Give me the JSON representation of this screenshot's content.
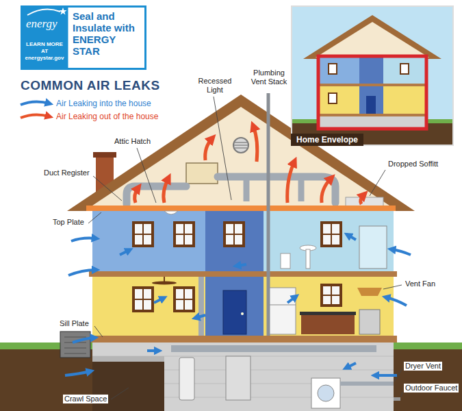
{
  "diagram": {
    "title": "COMMON AIR LEAKS",
    "nodes": [
      {
        "text": [
          "energy",
          "Seal and Insulate with ENERGY STAR",
          "LEARN MORE AT energystar.gov"
        ]
      },
      {
        "text": [
          "Home Envelope"
        ]
      }
    ],
    "labels": [
      "Recessed Light",
      "Plumbing Vent Stack",
      "Attic Hatch",
      "Dropped Soffitt",
      "Duct Register",
      "Top Plate",
      "Vent Fan",
      "Sill Plate",
      "Dryer Vent",
      "Outdoor Faucet",
      "Crawl Space"
    ],
    "legend": [
      {
        "text": "Air Leaking into the house"
      },
      {
        "text": "Air Leaking out of the house"
      }
    ]
  }
}
